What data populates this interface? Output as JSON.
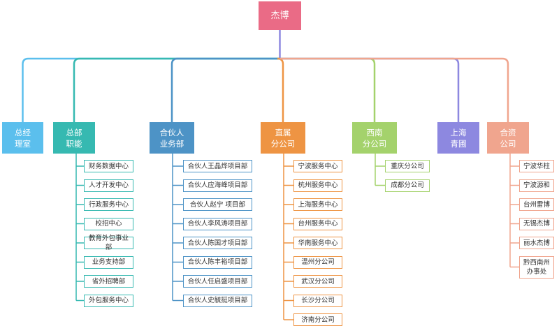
{
  "root": {
    "label": "杰博",
    "color": "#ea6b86"
  },
  "departments": [
    {
      "label": "总经\n理室",
      "color": "#5bbfed",
      "items": []
    },
    {
      "label": "总部\n职能",
      "color": "#36b9b1",
      "items": [
        "财务数据中心",
        "人才开发中心",
        "行政服务中心",
        "校招中心",
        "教育外包事业部",
        "业务支持部",
        "省外招聘部",
        "外包服务中心"
      ]
    },
    {
      "label": "合伙人\n业务部",
      "color": "#4d93c6",
      "items": [
        "合伙人王晶烨项目部",
        "合伙人应海峰项目部",
        "合伙人赵宁 项目部",
        "合伙人李风涛项目部",
        "合伙人陈国才项目部",
        "合伙人陈丰裕项目部",
        "合伙人任启盛项目部",
        "合伙人史毓挺项目部"
      ]
    },
    {
      "label": "直属\n分公司",
      "color": "#ee9443",
      "items": [
        "宁波服务中心",
        "杭州服务中心",
        "上海服务中心",
        "台州服务中心",
        "华南服务中心",
        "温州分公司",
        "武汉分公司",
        "长沙分公司",
        "济南分公司"
      ]
    },
    {
      "label": "西南\n分公司",
      "color": "#a4d26c",
      "items": [
        "重庆分公司",
        "成都分公司"
      ]
    },
    {
      "label": "上海\n青圃",
      "color": "#8d88e0",
      "items": []
    },
    {
      "label": "合资\n公司",
      "color": "#f0a58e",
      "items": [
        "宁波华柱",
        "宁波源和",
        "台州雷博",
        "无锡杰博",
        "丽水杰博",
        "黔西南州\n办事处"
      ]
    }
  ]
}
